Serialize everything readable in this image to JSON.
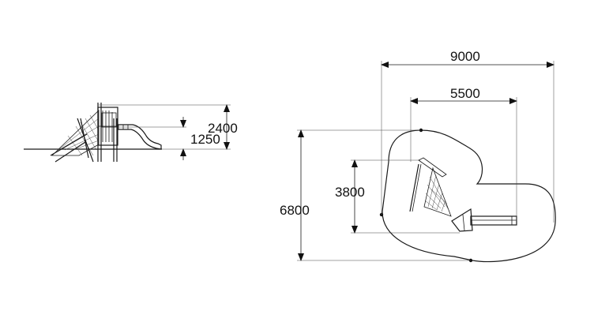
{
  "dimensions": {
    "side_total_height": "2400",
    "side_deck_height": "1250",
    "plan_total_width": "9000",
    "plan_inner_width": "5500",
    "plan_total_depth": "6800",
    "plan_inner_depth": "3800"
  }
}
